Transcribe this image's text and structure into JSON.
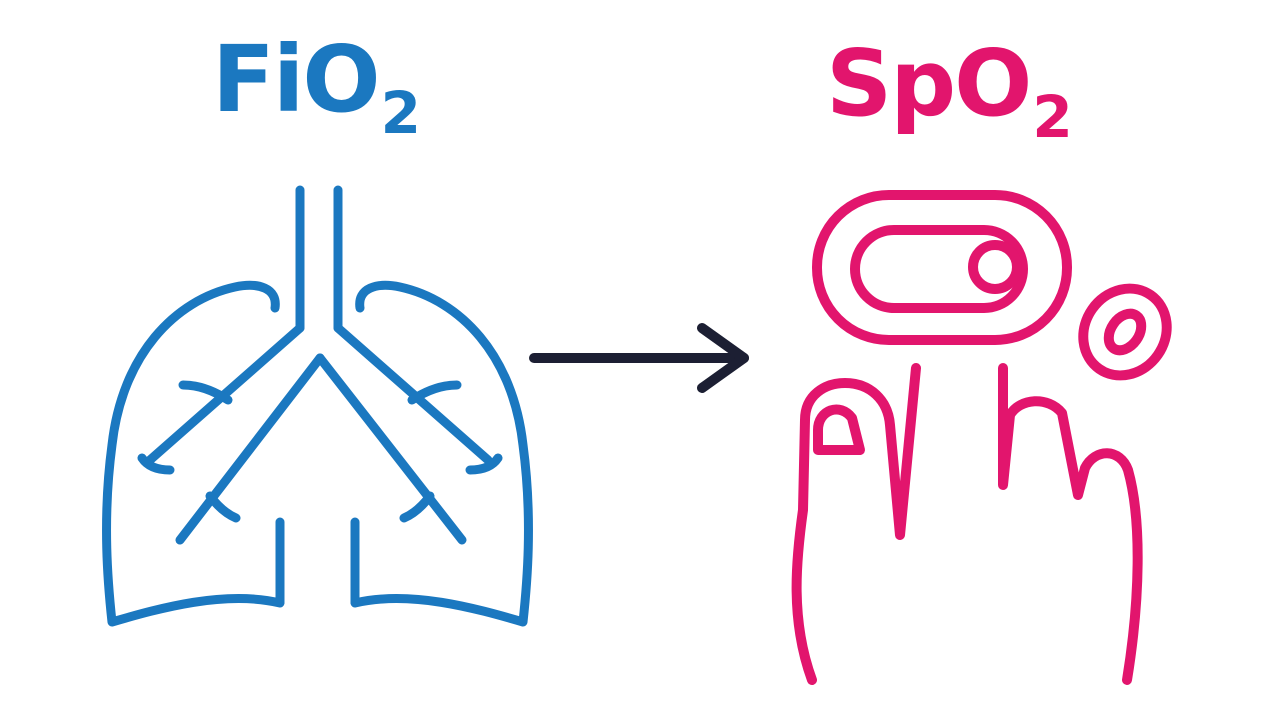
{
  "labels": {
    "left": {
      "main": "FiO",
      "sub": "2"
    },
    "right": {
      "main": "SpO",
      "sub": "2"
    }
  },
  "icons": {
    "left": "lungs-icon",
    "middle": "arrow-right-icon",
    "right": "pulse-oximeter-finger-icon"
  },
  "colors": {
    "blue": "#1b78c0",
    "pink": "#e2156d",
    "arrow": "#1c1f33",
    "background": "#ffffff"
  }
}
